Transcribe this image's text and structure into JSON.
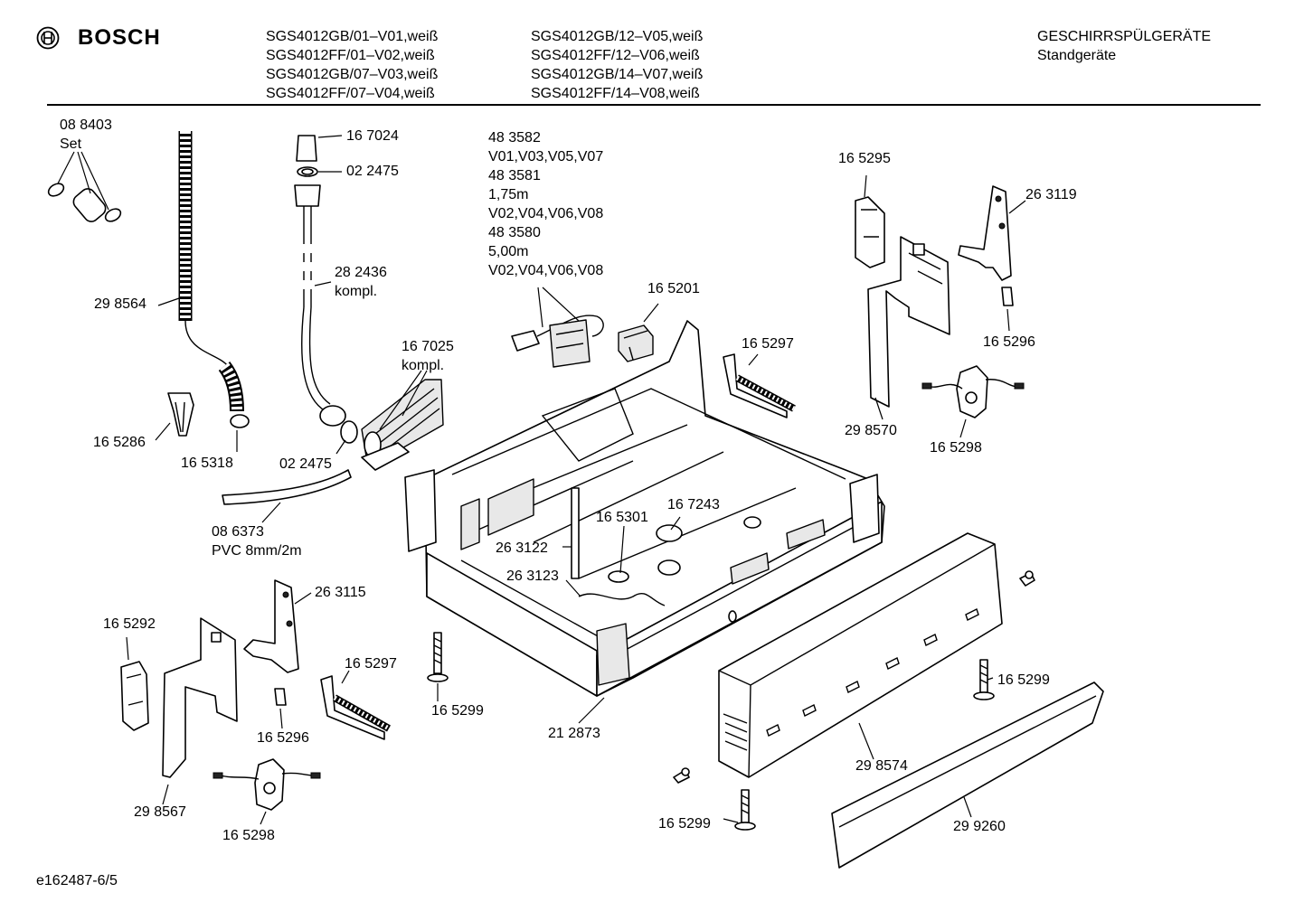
{
  "header": {
    "brand": "BOSCH",
    "models_col1": [
      "SGS4012GB/01–V01,weiß",
      "SGS4012FF/01–V02,weiß",
      "SGS4012GB/07–V03,weiß",
      "SGS4012FF/07–V04,weiß"
    ],
    "models_col2": [
      "SGS4012GB/12–V05,weiß",
      "SGS4012FF/12–V06,weiß",
      "SGS4012GB/14–V07,weiß",
      "SGS4012FF/14–V08,weiß"
    ],
    "category": "GESCHIRRSPÜLGERÄTE",
    "subcategory": "Standgeräte"
  },
  "labels": {
    "l088403": "08 8403",
    "lset": "Set",
    "l298564": "29 8564",
    "l167024": "16 7024",
    "l022475a": "02 2475",
    "l282436": "28 2436",
    "lkompl1": "kompl.",
    "cable": [
      "48 3582",
      "V01,V03,V05,V07",
      "48 3581",
      "1,75m",
      "V02,V04,V06,V08",
      "48 3580",
      "5,00m",
      "V02,V04,V06,V08"
    ],
    "l165201": "16 5201",
    "l167025": "16 7025",
    "lkompl2": "kompl.",
    "l165295": "16 5295",
    "l263119": "26 3119",
    "l165296a": "16 5296",
    "l165297a": "16 5297",
    "l298570": "29 8570",
    "l165298a": "16 5298",
    "l165286": "16 5286",
    "l165318": "16 5318",
    "l022475b": "02 2475",
    "l086373": "08 6373",
    "lpvc": "PVC 8mm/2m",
    "l167243": "16 7243",
    "l165301": "16 5301",
    "l263122": "26 3122",
    "l263123": "26 3123",
    "l263115": "26 3115",
    "l165292": "16 5292",
    "l165297b": "16 5297",
    "l165296b": "16 5296",
    "l298567": "29 8567",
    "l165298b": "16 5298",
    "l165299a": "16 5299",
    "l212873": "21 2873",
    "l165299b": "16 5299",
    "l298574": "29 8574",
    "l165299c": "16 5299",
    "l299260": "29 9260"
  },
  "footer": "e162487-6/5"
}
